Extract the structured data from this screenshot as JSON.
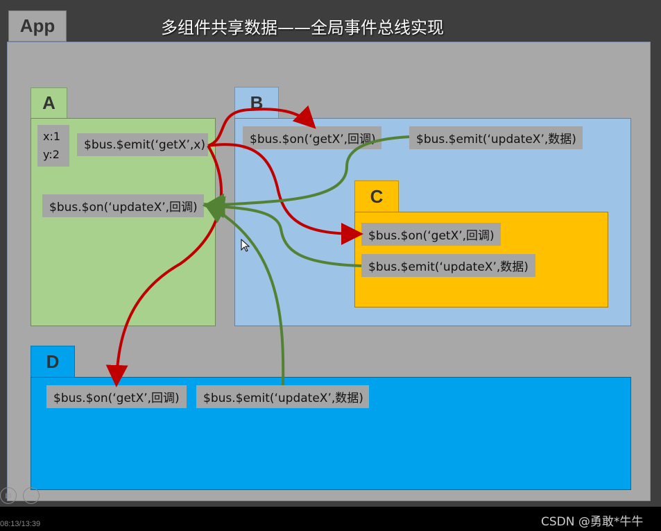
{
  "title": "多组件共享数据——全局事件总线实现",
  "app": {
    "label": "App",
    "color": "#a8a8a8"
  },
  "components": {
    "a": {
      "label": "A",
      "color": "#a9d18e",
      "data": {
        "x": "x:1",
        "y": "y:2"
      },
      "emit": "$bus.$emit(‘getX’,x)",
      "on": "$bus.$on(‘updateX’,回调)"
    },
    "b": {
      "label": "B",
      "color": "#9dc3e6",
      "on": "$bus.$on(‘getX’,回调)",
      "emit": "$bus.$emit(‘updateX’,数据)"
    },
    "c": {
      "label": "C",
      "color": "#ffc000",
      "on": "$bus.$on(‘getX’,回调)",
      "emit": "$bus.$emit(‘updateX’,数据)"
    },
    "d": {
      "label": "D",
      "color": "#00a2ee",
      "on": "$bus.$on(‘getX’,回调)",
      "emit": "$bus.$emit(‘updateX’,数据)"
    }
  },
  "arrows": {
    "getx_color": "#c00000",
    "updatex_color": "#548235"
  },
  "player": {
    "time": "08:13/13:39"
  },
  "watermark": "CSDN @勇敢*牛牛"
}
